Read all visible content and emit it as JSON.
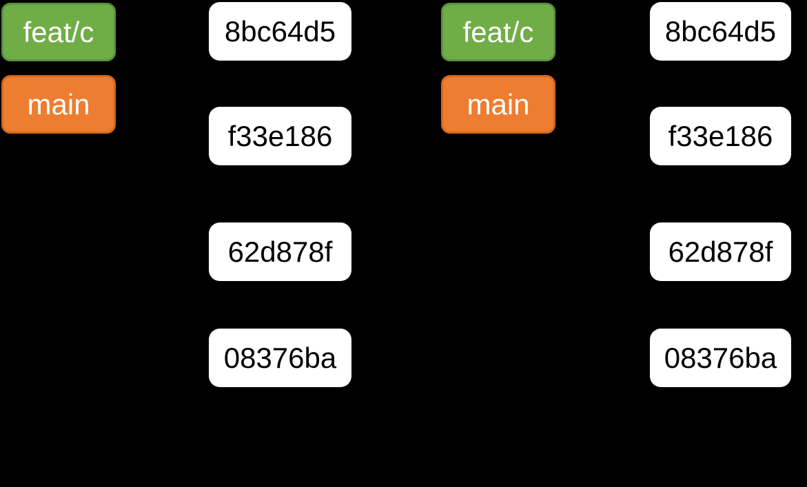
{
  "diagram": {
    "description": "git branch diagram with two identical panels on black background",
    "colors": {
      "background": "#000000",
      "feature_branch_fill": "#70ad47",
      "feature_branch_border": "#5a9440",
      "main_branch_fill": "#ed7d31",
      "main_branch_border": "#d2691e",
      "commit_fill": "#ffffff",
      "commit_text": "#000000",
      "branch_label_text": "#ffffff"
    },
    "panels": [
      {
        "branches": [
          {
            "label": "feat/c"
          },
          {
            "label": "main"
          }
        ],
        "commits": [
          {
            "hash": "8bc64d5"
          },
          {
            "hash": "f33e186"
          },
          {
            "hash": "62d878f"
          },
          {
            "hash": "08376ba"
          }
        ]
      },
      {
        "branches": [
          {
            "label": "feat/c"
          },
          {
            "label": "main"
          }
        ],
        "commits": [
          {
            "hash": "8bc64d5"
          },
          {
            "hash": "f33e186"
          },
          {
            "hash": "62d878f"
          },
          {
            "hash": "08376ba"
          }
        ]
      }
    ]
  }
}
